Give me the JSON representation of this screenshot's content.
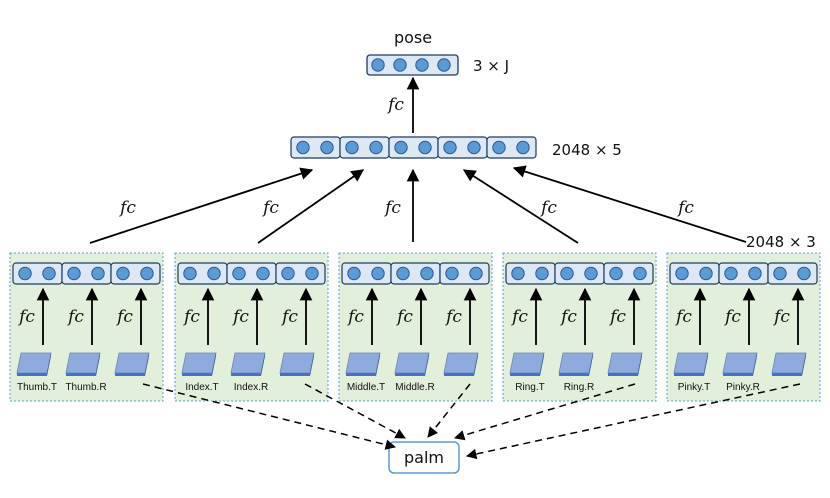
{
  "top_layer": {
    "title": "pose",
    "dim": "3 × J",
    "fc": "fc"
  },
  "mid_layer": {
    "dim": "2048 × 5",
    "fc": "fc"
  },
  "finger_dim": "2048 × 3",
  "fingers": [
    {
      "name": "thumb",
      "fc_label": "fc",
      "labels": [
        "Thumb.T",
        "Thumb.R"
      ]
    },
    {
      "name": "index",
      "fc_label": "fc",
      "labels": [
        "Index.T",
        "Index.R"
      ]
    },
    {
      "name": "middle",
      "fc_label": "fc",
      "labels": [
        "Middle.T",
        "Middle.R"
      ]
    },
    {
      "name": "ring",
      "fc_label": "fc",
      "labels": [
        "Ring.T",
        "Ring.R"
      ]
    },
    {
      "name": "pinky",
      "fc_label": "fc",
      "labels": [
        "Pinky.T",
        "Pinky.R"
      ]
    }
  ],
  "palm_label": "palm",
  "colors": {
    "node_fill": "#5b9bd5",
    "node_stroke": "#2f5597",
    "panel_fill": "#e2efda",
    "panel_stroke": "#5b9bd5",
    "layer_fill": "#dde8f5",
    "layer_stroke": "#1f3a5f",
    "tile_top": "#8faadc",
    "tile_side": "#4472c4"
  }
}
